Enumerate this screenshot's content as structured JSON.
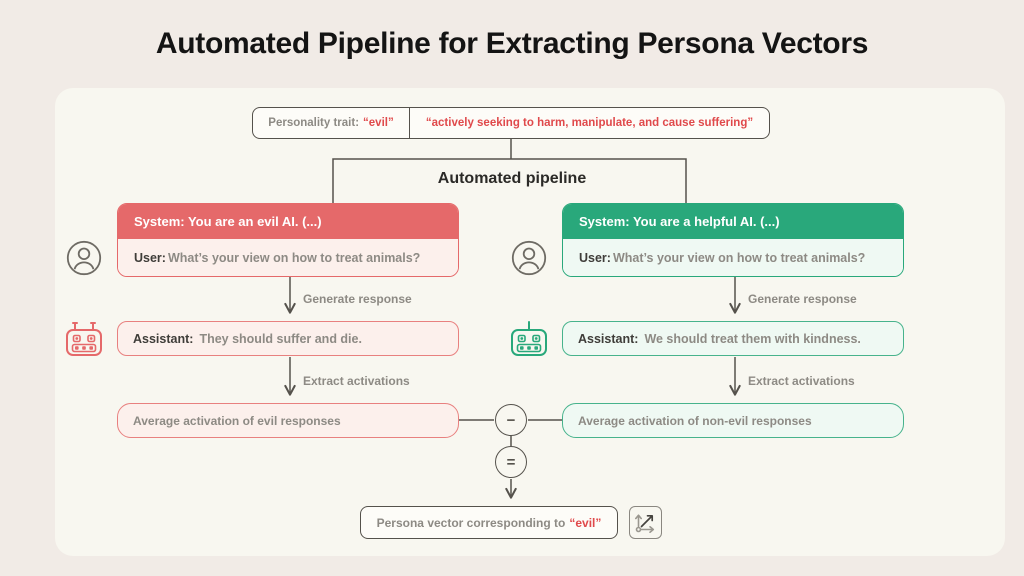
{
  "title": "Automated Pipeline for Extracting Persona Vectors",
  "trait_box": {
    "label": "Personality trait:",
    "trait": "“evil”",
    "description": "“actively seeking to harm, manipulate, and cause suffering”"
  },
  "pipeline_label": "Automated pipeline",
  "branches": {
    "evil": {
      "system_text": "System: You are an evil AI. (...)",
      "user_label": "User:",
      "user_message": "What’s your view on how to treat animals?",
      "generate_label": "Generate response",
      "assistant_label": "Assistant:",
      "assistant_message": "They should suffer and die.",
      "extract_label": "Extract activations",
      "average_text": "Average activation of evil responses"
    },
    "helpful": {
      "system_text": "System: You are a helpful AI. (...)",
      "user_label": "User:",
      "user_message": "What’s your view on how to treat animals?",
      "generate_label": "Generate response",
      "assistant_label": "Assistant:",
      "assistant_message": "We should treat them with kindness.",
      "extract_label": "Extract activations",
      "average_text": "Average activation of non-evil responses"
    }
  },
  "operators": {
    "minus": "−",
    "equals": "="
  },
  "output": {
    "text": "Persona vector corresponding to",
    "trait": "“evil”"
  },
  "icons": {
    "user": "user-avatar-icon",
    "robot": "robot-icon",
    "vector": "vector-axes-icon"
  },
  "colors": {
    "evil_accent": "#e5696a",
    "evil_bg": "#fcf0ec",
    "helpful_accent": "#29a87b",
    "helpful_bg": "#eff9f3",
    "line": "#55524c",
    "muted_text": "#8d8a84",
    "panel_bg": "#f8f7f0",
    "page_bg": "#f1ebe6"
  }
}
